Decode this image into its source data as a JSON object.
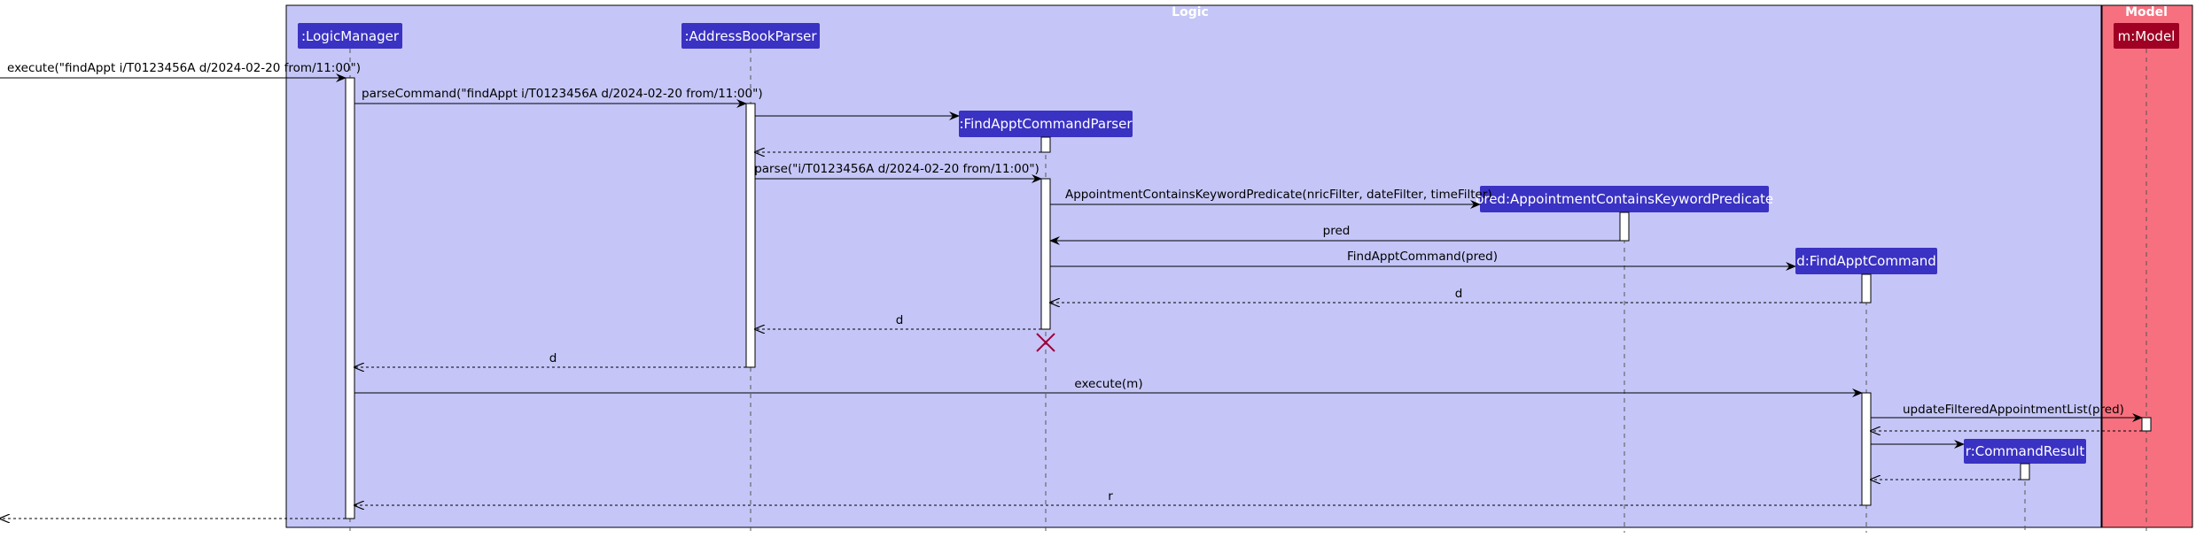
{
  "colors": {
    "logic_bg": "#c5c6f7",
    "model_bg": "#f7707f",
    "participant_logic": "#3a32c3",
    "participant_model": "#9f0023",
    "activation": "#ffffff",
    "destroy": "#a0003a",
    "line": "#000000"
  },
  "groups": [
    {
      "id": "logic",
      "label": "Logic"
    },
    {
      "id": "model",
      "label": "Model"
    }
  ],
  "participants": [
    {
      "id": "lm",
      "label": ":LogicManager",
      "group": "logic"
    },
    {
      "id": "abp",
      "label": ":AddressBookParser",
      "group": "logic"
    },
    {
      "id": "facp",
      "label": ":FindApptCommandParser",
      "group": "logic"
    },
    {
      "id": "pred",
      "label": "pred:AppointmentContainsKeywordPredicate",
      "group": "logic"
    },
    {
      "id": "fac",
      "label": "d:FindApptCommand",
      "group": "logic"
    },
    {
      "id": "cr",
      "label": "r:CommandResult",
      "group": "logic"
    },
    {
      "id": "m",
      "label": "m:Model",
      "group": "model"
    }
  ],
  "messages": [
    {
      "label": "execute(\"findAppt i/T0123456A d/2024-02-20 from/11:00\")",
      "from": "outside",
      "to": "lm",
      "kind": "call"
    },
    {
      "label": "parseCommand(\"findAppt i/T0123456A d/2024-02-20 from/11:00\")",
      "from": "lm",
      "to": "abp",
      "kind": "call"
    },
    {
      "label": "",
      "from": "abp",
      "to": "facp",
      "kind": "create"
    },
    {
      "label": "",
      "from": "facp",
      "to": "abp",
      "kind": "return"
    },
    {
      "label": "parse(\"i/T0123456A d/2024-02-20 from/11:00\")",
      "from": "abp",
      "to": "facp",
      "kind": "call"
    },
    {
      "label": "AppointmentContainsKeywordPredicate(nricFilter, dateFilter, timeFilter)",
      "from": "facp",
      "to": "pred",
      "kind": "create"
    },
    {
      "label": "pred",
      "from": "pred",
      "to": "facp",
      "kind": "call"
    },
    {
      "label": "FindApptCommand(pred)",
      "from": "facp",
      "to": "fac",
      "kind": "create"
    },
    {
      "label": "d",
      "from": "fac",
      "to": "facp",
      "kind": "return"
    },
    {
      "label": "d",
      "from": "facp",
      "to": "abp",
      "kind": "return"
    },
    {
      "label": "d",
      "from": "abp",
      "to": "lm",
      "kind": "return"
    },
    {
      "label": "execute(m)",
      "from": "lm",
      "to": "fac",
      "kind": "call"
    },
    {
      "label": "updateFilteredAppointmentList(pred)",
      "from": "fac",
      "to": "m",
      "kind": "call"
    },
    {
      "label": "",
      "from": "m",
      "to": "fac",
      "kind": "return"
    },
    {
      "label": "",
      "from": "fac",
      "to": "cr",
      "kind": "create"
    },
    {
      "label": "",
      "from": "cr",
      "to": "fac",
      "kind": "return"
    },
    {
      "label": "r",
      "from": "fac",
      "to": "lm",
      "kind": "return"
    },
    {
      "label": "",
      "from": "lm",
      "to": "outside",
      "kind": "return"
    }
  ]
}
